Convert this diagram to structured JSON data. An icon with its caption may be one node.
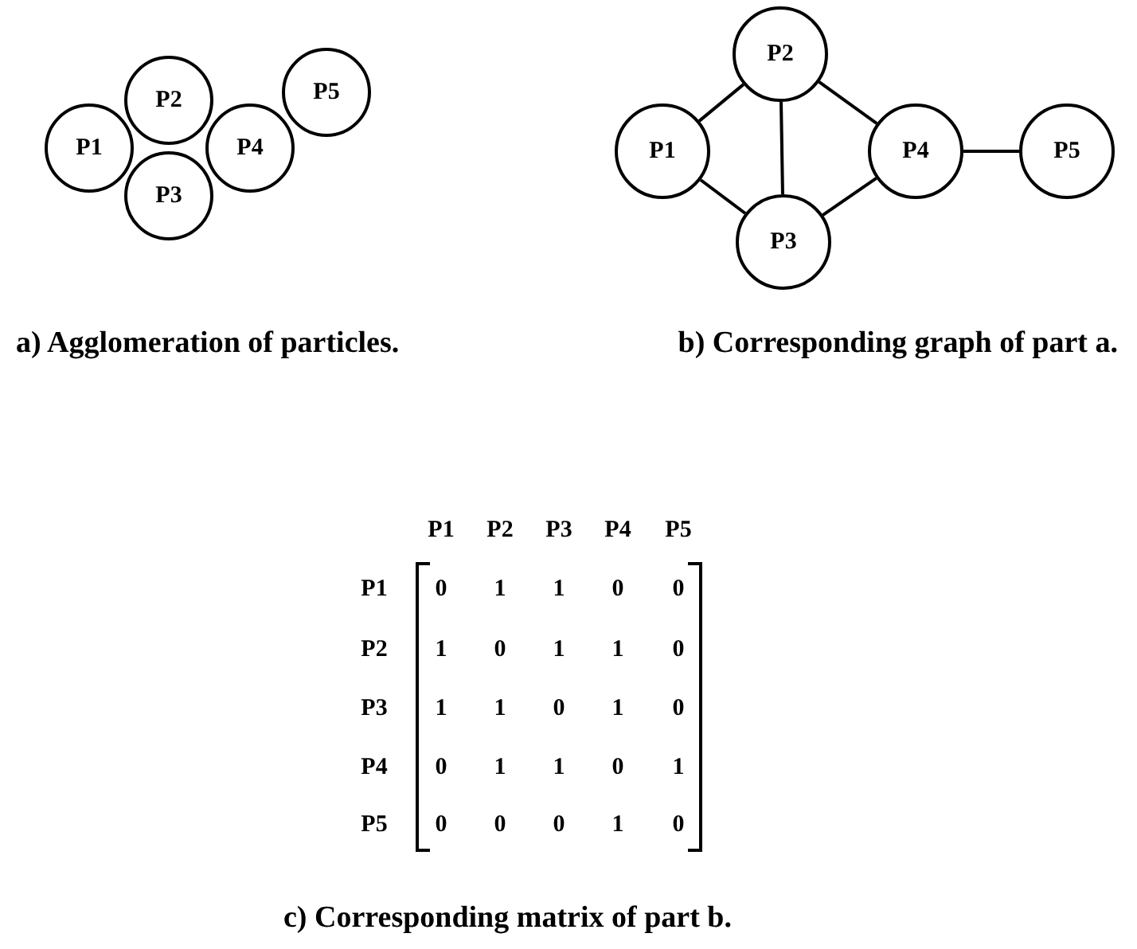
{
  "diagram": {
    "nodes": [
      {
        "text": [
          "P1"
        ]
      },
      {
        "text": [
          "P2"
        ]
      },
      {
        "text": [
          "P3"
        ]
      },
      {
        "text": [
          "P4"
        ]
      },
      {
        "text": [
          "P5"
        ]
      },
      {
        "text": [
          "P1"
        ]
      },
      {
        "text": [
          "P2"
        ]
      },
      {
        "text": [
          "P3"
        ]
      },
      {
        "text": [
          "P4"
        ]
      },
      {
        "text": [
          "P5"
        ]
      }
    ],
    "edges": [
      {
        "from": 5,
        "to": 6,
        "arrow": "none"
      },
      {
        "from": 5,
        "to": 7,
        "arrow": "none"
      },
      {
        "from": 6,
        "to": 7,
        "arrow": "none"
      },
      {
        "from": 6,
        "to": 8,
        "arrow": "none"
      },
      {
        "from": 7,
        "to": 8,
        "arrow": "none"
      },
      {
        "from": 8,
        "to": 9,
        "arrow": "none"
      }
    ],
    "labels": [
      "a) Agglomeration of particles.",
      "b) Corresponding graph of part a.",
      "P1",
      "P2",
      "P3",
      "P4",
      "P5",
      "P1",
      "0",
      "1",
      "1",
      "0",
      "0",
      "P2",
      "1",
      "0",
      "1",
      "1",
      "0",
      "P3",
      "1",
      "1",
      "0",
      "1",
      "0",
      "P4",
      "0",
      "1",
      "1",
      "0",
      "1",
      "P5",
      "0",
      "0",
      "0",
      "1",
      "0",
      "c) Corresponding matrix of part b."
    ]
  }
}
